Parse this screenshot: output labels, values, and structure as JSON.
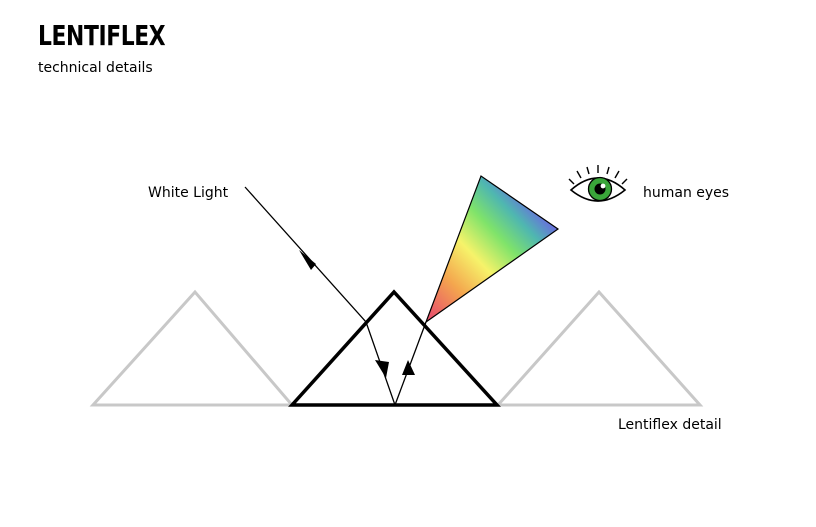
{
  "header": {
    "title": "LENTIFLEX",
    "subtitle": "technical details"
  },
  "labels": {
    "white_light": "White Light",
    "human_eyes": "human eyes",
    "lentiflex_detail": "Lentiflex detail"
  },
  "icons": {
    "eye": "eye-icon"
  },
  "colors": {
    "active_prism": "#000000",
    "inactive_prism": "#c8c8c8",
    "iris": "#3aa63a",
    "spectrum": [
      "#e8546a",
      "#f4a64e",
      "#f6f36a",
      "#7fe36a",
      "#4fb7b0",
      "#6a6ae0",
      "#b46af0"
    ]
  }
}
